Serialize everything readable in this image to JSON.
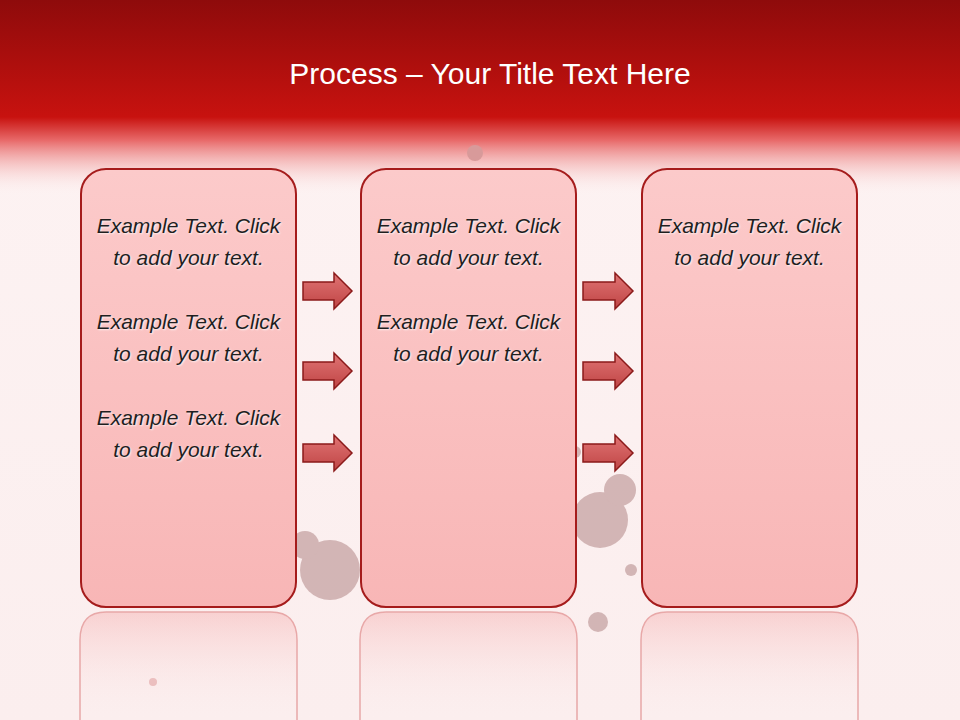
{
  "diagram": {
    "title": "Process – Your Title Text Here",
    "nodes": [
      {
        "text": [
          "Example Text. Click to add your text.",
          "Example Text. Click to add your text.",
          "Example Text. Click to add your text."
        ]
      },
      {
        "text": [
          "Example Text. Click to add your text.",
          "Example Text. Click to add your text."
        ]
      },
      {
        "text": [
          "Example Text. Click to add your text."
        ]
      }
    ],
    "edges": [
      {
        "from": 0,
        "to": 1,
        "arrow": "to"
      },
      {
        "from": 0,
        "to": 1,
        "arrow": "to"
      },
      {
        "from": 0,
        "to": 1,
        "arrow": "to"
      },
      {
        "from": 1,
        "to": 2,
        "arrow": "to"
      },
      {
        "from": 1,
        "to": 2,
        "arrow": "to"
      },
      {
        "from": 1,
        "to": 2,
        "arrow": "to"
      }
    ]
  }
}
